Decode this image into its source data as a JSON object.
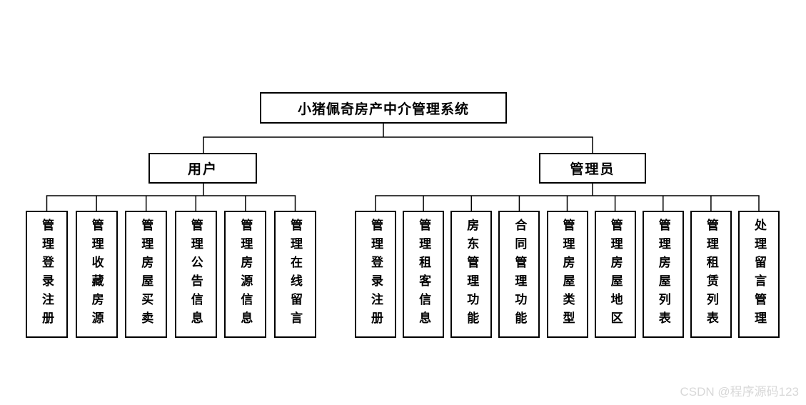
{
  "tree": {
    "root_label": "小猪佩奇房产中介管理系统",
    "branches": [
      {
        "label": "用户",
        "children": [
          "管理登录注册",
          "管理收藏房源",
          "管理房屋买卖",
          "管理公告信息",
          "管理房源信息",
          "管理在线留言"
        ]
      },
      {
        "label": "管理员",
        "children": [
          "管理登录注册",
          "管理租客信息",
          "房东管理功能",
          "合同管理功能",
          "管理房屋类型",
          "管理房屋地区",
          "管理房屋列表",
          "管理租赁列表",
          "处理留言管理"
        ]
      }
    ]
  },
  "watermark": "CSDN @程序源码123",
  "colors": {
    "line": "#000000",
    "border": "#000000",
    "background": "#ffffff",
    "watermark": "#d8d8d8"
  }
}
